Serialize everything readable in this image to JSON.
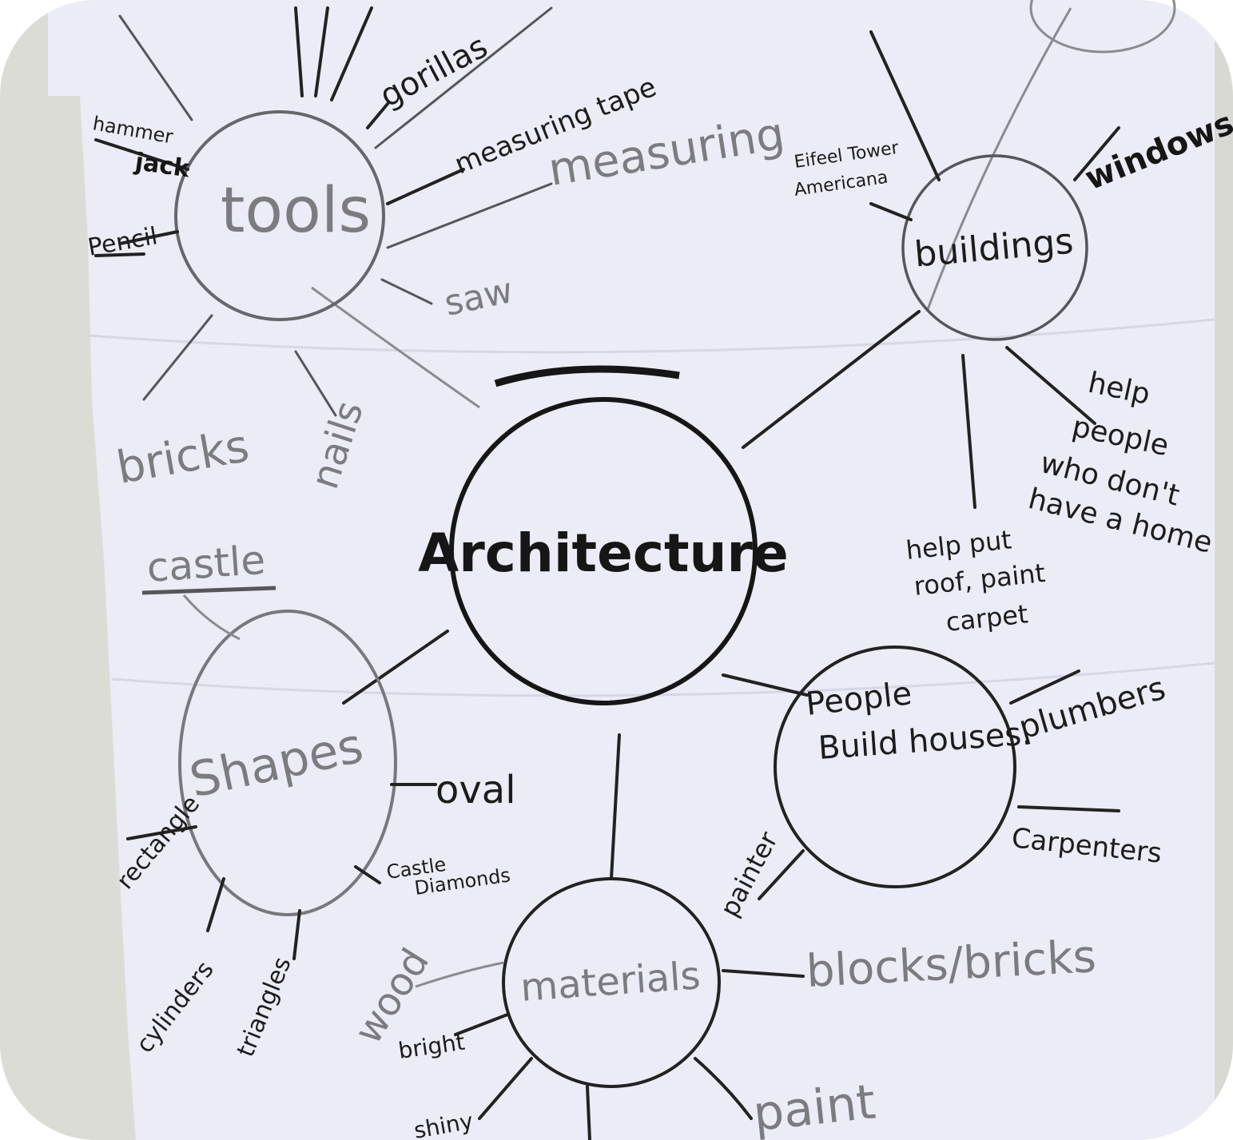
{
  "diagram": {
    "center": "Architecture",
    "nodes": {
      "tools": {
        "label": "tools",
        "branches": [
          "gorillas",
          "measuring tape",
          "measuring",
          "saw",
          "nails",
          "bricks",
          "Pencil",
          "hammer",
          "jack"
        ]
      },
      "buildings": {
        "label": "buildings",
        "branches": [
          "Eifeel Tower",
          "Americana",
          "windows"
        ],
        "notes": [
          "help",
          "people",
          "who don't",
          "have a home",
          "help put",
          "roof, paint",
          "carpet"
        ]
      },
      "shapes": {
        "label": "Shapes",
        "branches": [
          "castle",
          "oval",
          "Castle",
          "Diamonds",
          "rectangle",
          "cylinders",
          "triangles"
        ]
      },
      "people": {
        "label_line1": "People",
        "label_line2": "Build houses.",
        "branches": [
          "plumbers",
          "Carpenters",
          "painter"
        ]
      },
      "materials": {
        "label": "materials",
        "branches": [
          "blocks/bricks",
          "wood",
          "bright",
          "paint",
          "shiny"
        ]
      }
    }
  },
  "colors": {
    "wall": "#dcdcd6",
    "paper": "#ebebf6",
    "ink": "#161616",
    "pencil": "#7b7b80"
  }
}
